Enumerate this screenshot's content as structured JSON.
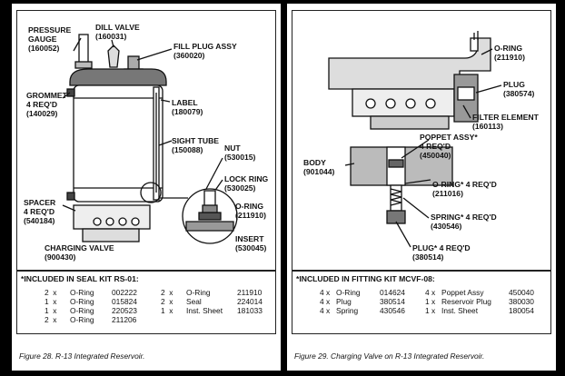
{
  "figure28": {
    "caption": "Figure 28. R-13 Integrated Reservoir.",
    "labels": {
      "pressure_gauge": "PRESSURE\nGAUGE\n(160052)",
      "dill_valve": "DILL VALVE\n(160031)",
      "fill_plug": "FILL PLUG ASSY\n(360020)",
      "grommet": "GROMMET\n4 REQ'D\n(140029)",
      "label": "LABEL\n(180079)",
      "sight_tube": "SIGHT TUBE\n(150088)",
      "nut": "NUT\n(530015)",
      "lock_ring": "LOCK RING\n(530025)",
      "o_ring": "O-RING\n(211910)",
      "spacer": "SPACER\n4 REQ'D\n(540184)",
      "insert": "INSERT\n(530045)",
      "charging_valve": "CHARGING VALVE\n(900430)"
    },
    "kit": {
      "title": "*INCLUDED IN SEAL KIT RS-01:",
      "left": [
        {
          "qty": "2  x",
          "name": "O-Ring",
          "pn": "002222"
        },
        {
          "qty": "1  x",
          "name": "O-Ring",
          "pn": "015824"
        },
        {
          "qty": "1  x",
          "name": "O-Ring",
          "pn": "220523"
        },
        {
          "qty": "2  x",
          "name": "O-Ring",
          "pn": "211206"
        }
      ],
      "right": [
        {
          "qty": "2  x",
          "name": "O-Ring",
          "pn": "211910"
        },
        {
          "qty": "2  x",
          "name": "Seal",
          "pn": "224014"
        },
        {
          "qty": "1  x",
          "name": "Inst. Sheet",
          "pn": "181033"
        }
      ]
    }
  },
  "figure29": {
    "caption": "Figure 29. Charging Valve on R-13 Integrated Reservoir.",
    "labels": {
      "o_ring_top": "O-RING\n(211910)",
      "plug": "PLUG\n(380574)",
      "filter_element": "FILTER ELEMENT\n(160113)",
      "poppet_assy": "POPPET ASSY*\n4 REQ'D\n(450040)",
      "body": "BODY\n(901044)",
      "o_ring_req": "O-RING* 4 REQ'D\n(211016)",
      "spring": "SPRING* 4 REQ'D\n(430546)",
      "plug_req": "PLUG* 4 REQ'D\n(380514)"
    },
    "kit": {
      "title": "*INCLUDED IN FITTING KIT MCVF-08:",
      "left": [
        {
          "qty": "4 x",
          "name": "O-Ring",
          "pn": "014624"
        },
        {
          "qty": "4 x",
          "name": "Plug",
          "pn": "380514"
        },
        {
          "qty": "4 x",
          "name": "Spring",
          "pn": "430546"
        }
      ],
      "right": [
        {
          "qty": "4 x",
          "name": "Poppet Assy",
          "pn": "450040"
        },
        {
          "qty": "1 x",
          "name": "Reservoir Plug",
          "pn": "380030"
        },
        {
          "qty": "1 x",
          "name": "Inst. Sheet",
          "pn": "180054"
        }
      ]
    }
  }
}
